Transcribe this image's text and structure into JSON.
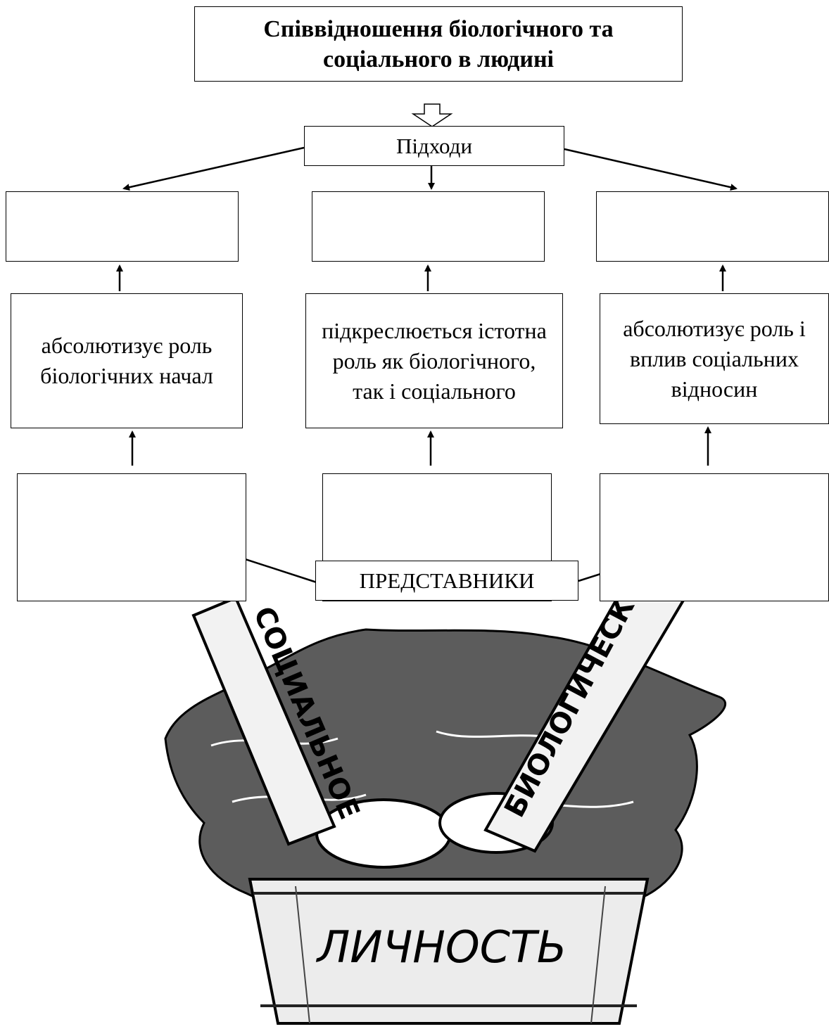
{
  "title": {
    "line1": "Співвідношення біологічного та",
    "line2": "соціального в людині"
  },
  "approaches_label": "Підходи",
  "approach_boxes": [
    "",
    "",
    ""
  ],
  "descriptions": [
    "абсолютизує роль біологічних начал",
    "підкреслюється істотна роль як біологічного, так і соціального",
    "абсолютизує роль і вплив соціальних відносин"
  ],
  "representative_boxes": [
    "",
    "",
    ""
  ],
  "representatives_label": "ПРЕДСТАВНИКИ",
  "illustration": {
    "left_ribbon": "СОЦИАЛЬНОЕ",
    "right_ribbon": "БИОЛОГИЧЕСКОЕ",
    "tub_label": "ЛИЧНОСТЬ"
  }
}
